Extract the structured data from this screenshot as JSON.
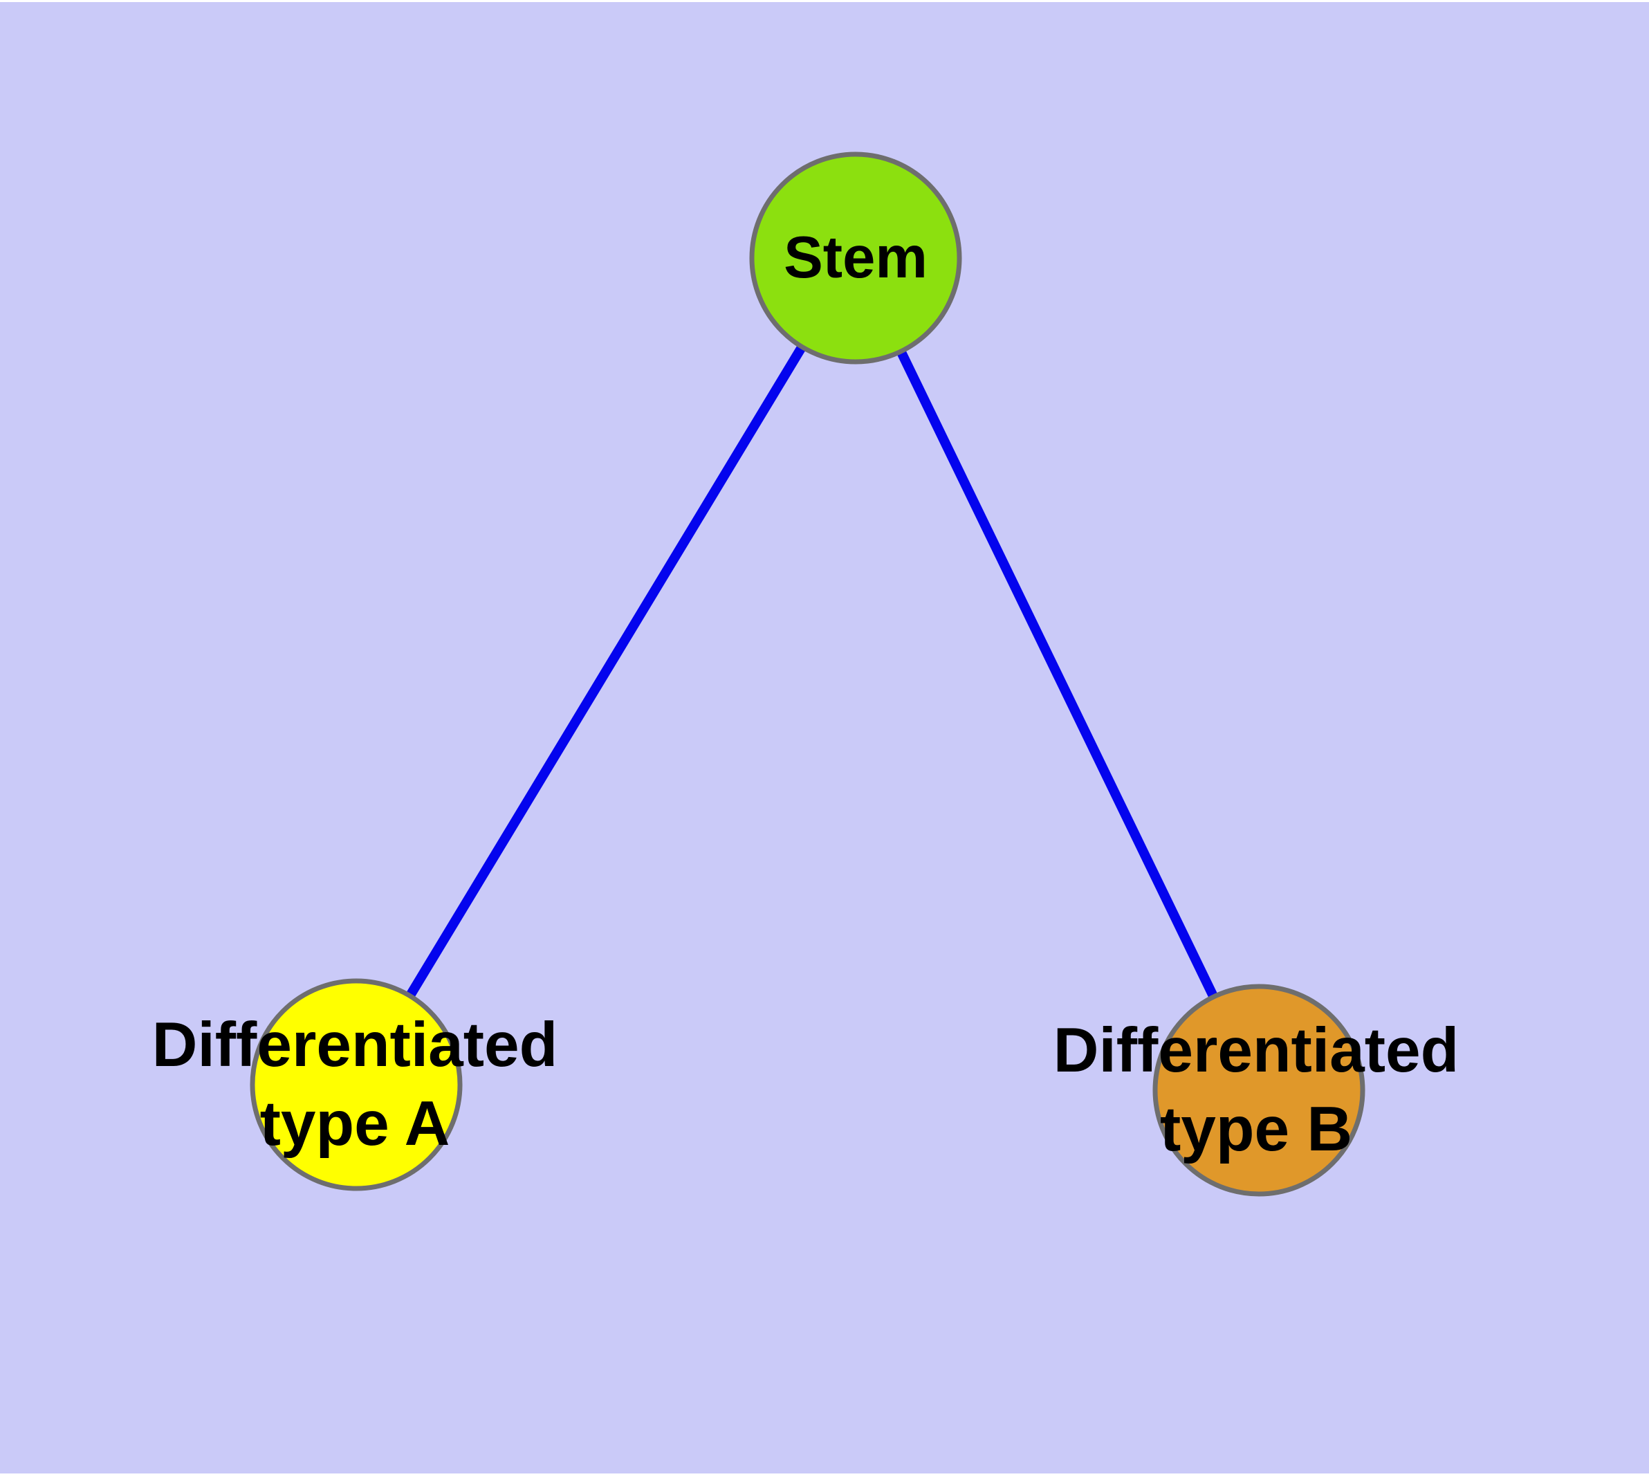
{
  "diagram": {
    "background_color": "#cacaf8",
    "frame_color": "#ffffff",
    "edge_color": "#0404ee",
    "node_border_color": "#6e6e6e",
    "nodes": [
      {
        "id": "stem",
        "lines": [
          "Stem"
        ],
        "label": "Stem",
        "fill": "#8ce00f"
      },
      {
        "id": "type-a",
        "lines": [
          "Differentiated",
          "type A"
        ],
        "label": "Differentiated type A",
        "fill": "#ffff00"
      },
      {
        "id": "type-b",
        "lines": [
          "Differentiated",
          "type B"
        ],
        "label": "Differentiated type B",
        "fill": "#e0982a"
      }
    ],
    "edges": [
      {
        "from": "Stem",
        "to": "Differentiated type A"
      },
      {
        "from": "Stem",
        "to": "Differentiated type B"
      }
    ]
  }
}
